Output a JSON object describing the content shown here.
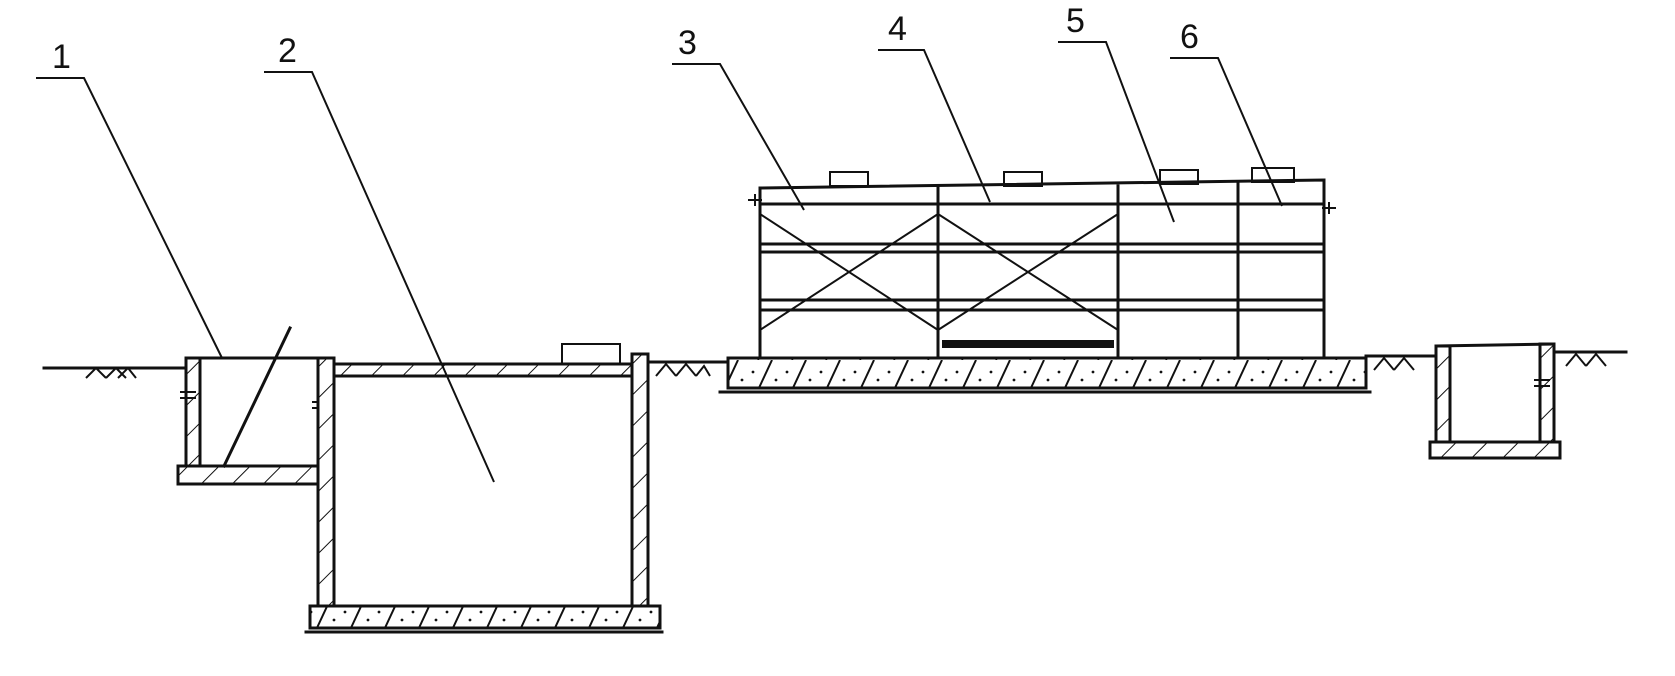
{
  "labels": [
    "1",
    "2",
    "3",
    "4",
    "5",
    "6"
  ],
  "colors": {
    "ink": "#111111",
    "paper": "#ffffff"
  }
}
